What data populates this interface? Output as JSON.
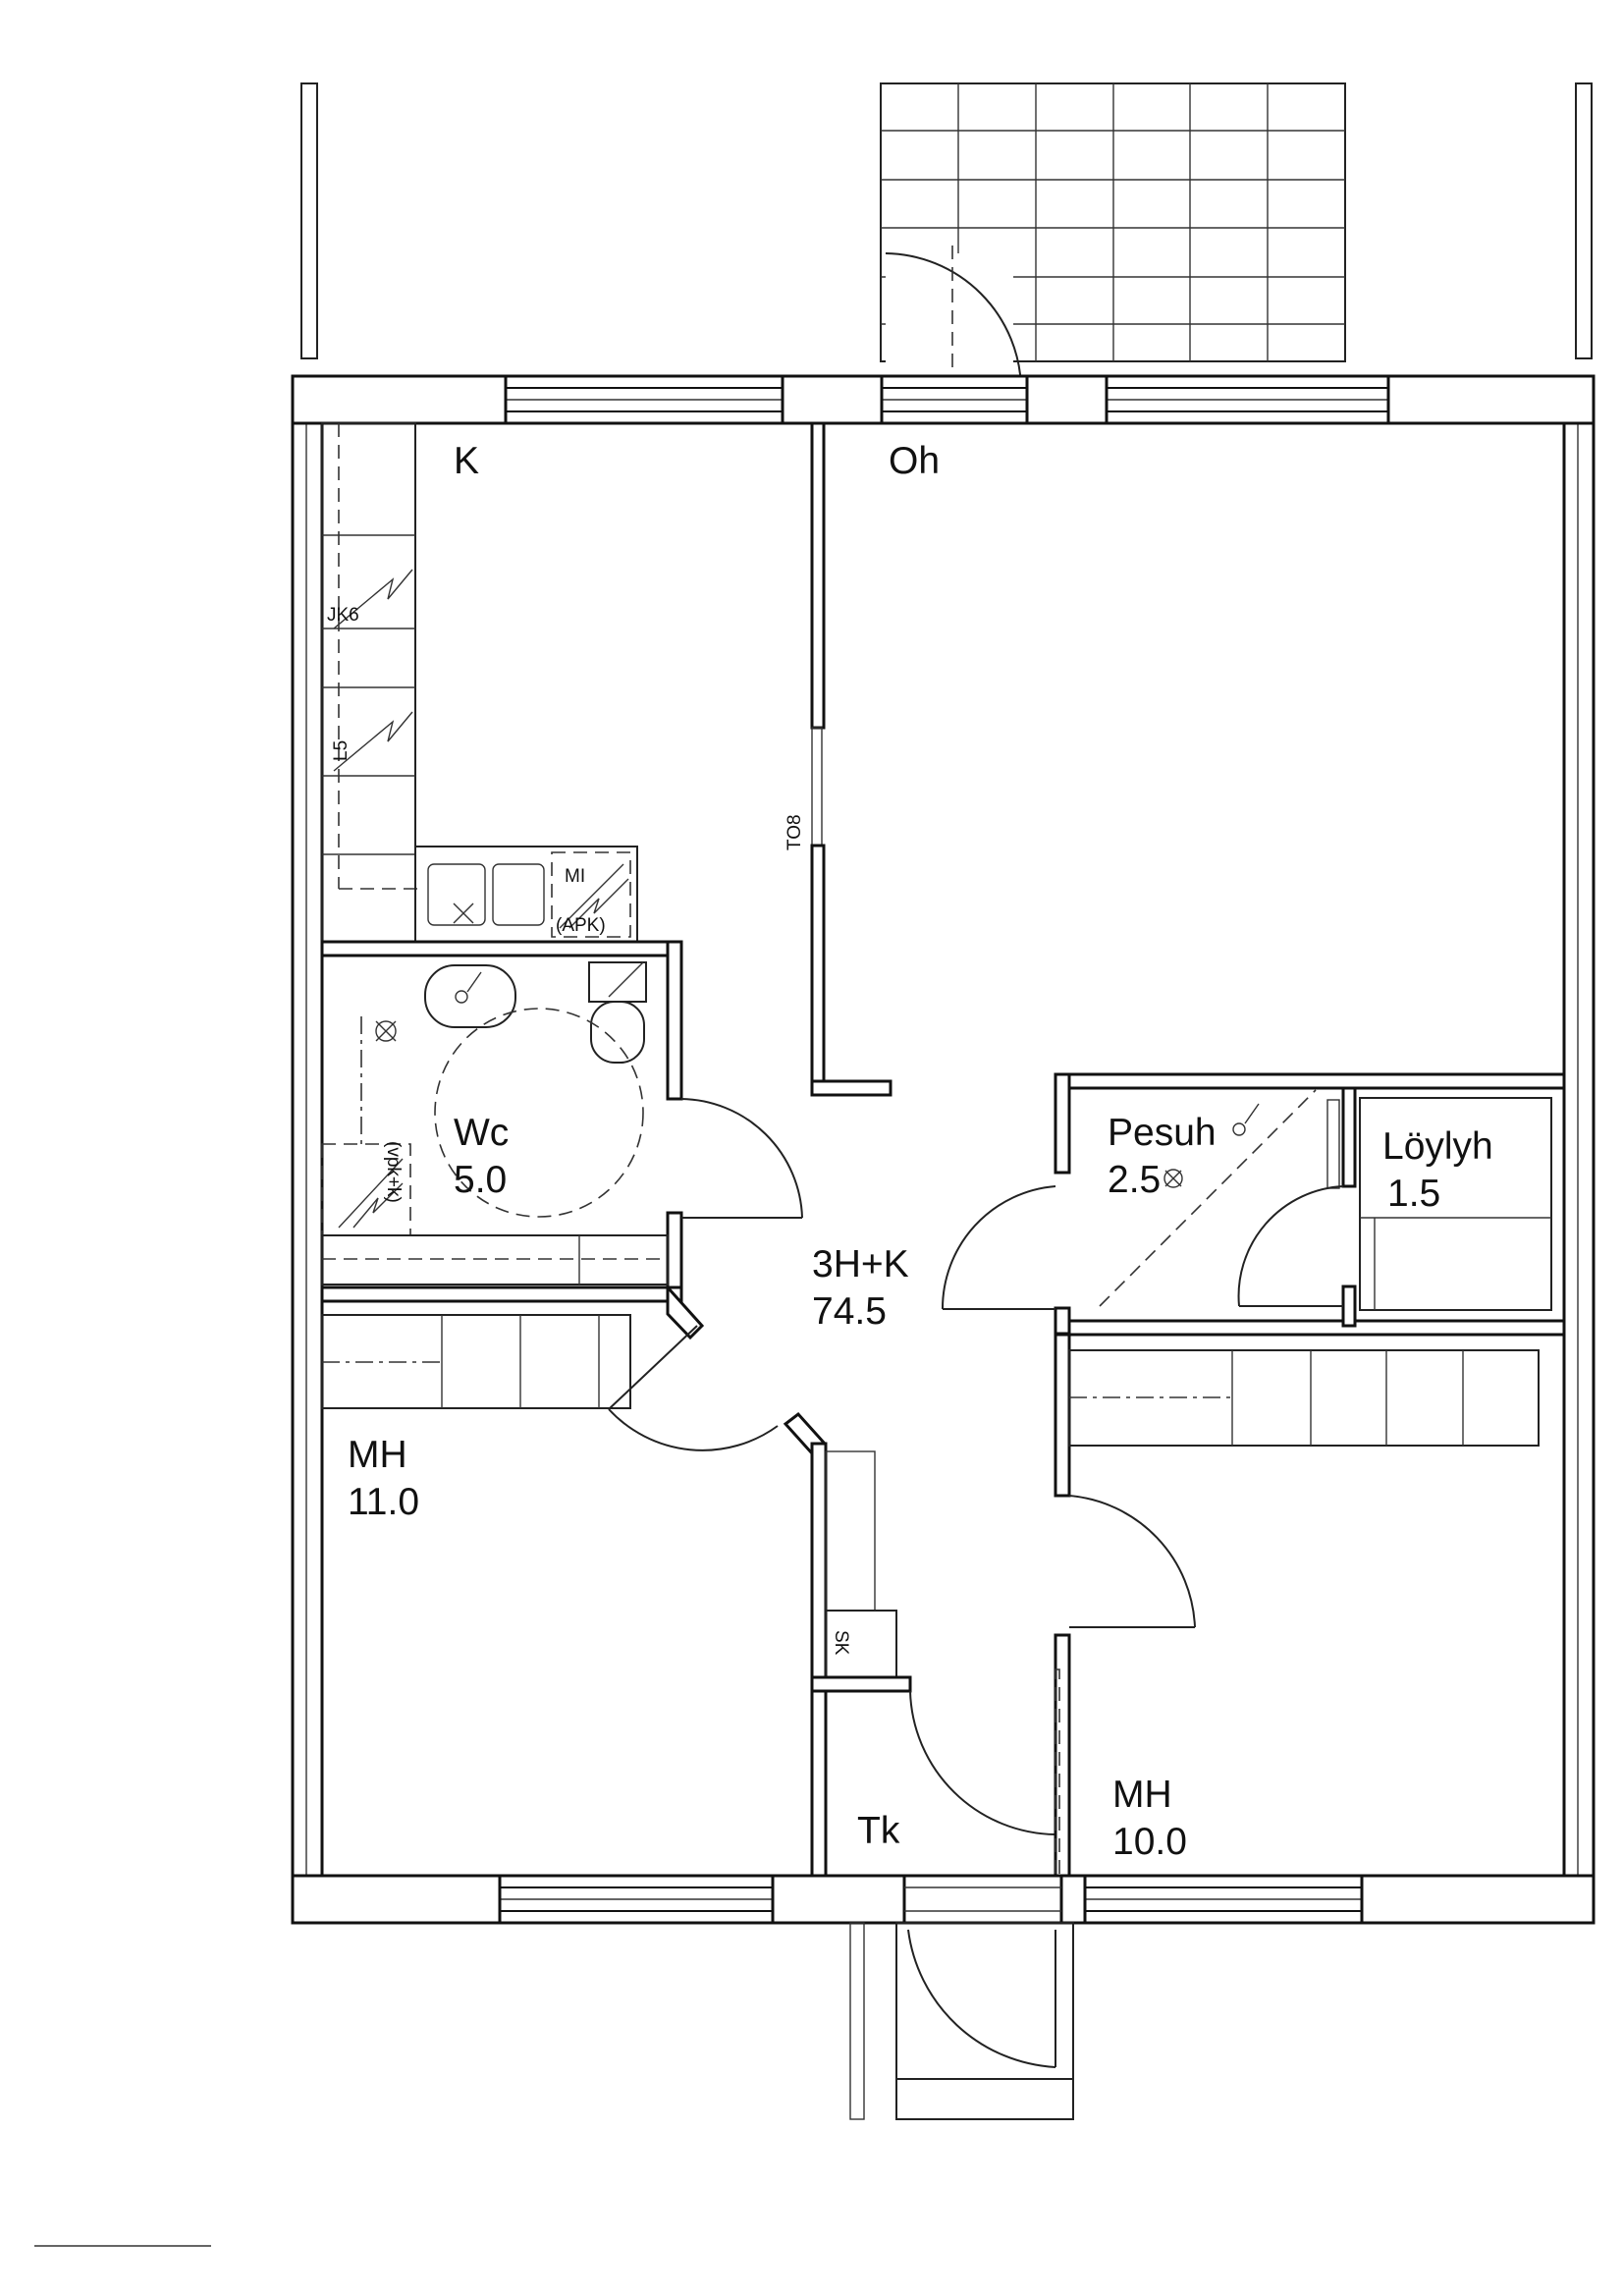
{
  "rooms": [
    {
      "id": "kitchen",
      "name": "K",
      "area": ""
    },
    {
      "id": "living",
      "name": "Oh",
      "area": ""
    },
    {
      "id": "wc",
      "name": "Wc",
      "area": "5.0"
    },
    {
      "id": "washroom",
      "name": "Pesuh",
      "area": "2.5"
    },
    {
      "id": "sauna",
      "name": "Löylyh",
      "area": "1.5"
    },
    {
      "id": "total",
      "name": "3H+K",
      "area": "74.5"
    },
    {
      "id": "bedroom1",
      "name": "MH",
      "area": "11.0"
    },
    {
      "id": "bedroom2",
      "name": "MH",
      "area": "10.0"
    },
    {
      "id": "closet",
      "name": "Tk",
      "area": ""
    }
  ],
  "fixtures": {
    "jk6": "JK6",
    "l5": "L5",
    "to8": "TO8",
    "mi": "MI",
    "apk": "(APK)",
    "vpk": "(vpk+k)",
    "sk": "SK"
  }
}
